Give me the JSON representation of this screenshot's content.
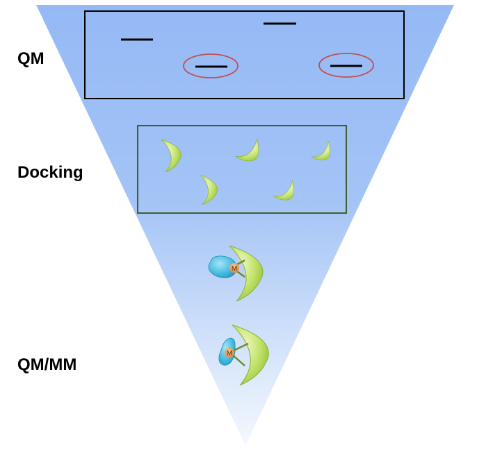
{
  "stages": {
    "qm": "QM",
    "docking": "Docking",
    "qmmm": "QM/MM"
  },
  "metal_label": "M",
  "colors": {
    "funnel_top": "#95b9f5",
    "funnel_bottom": "#f4f8fe",
    "qm_box_stroke": "#000000",
    "docking_box_stroke": "#3f5f2a",
    "highlight_ellipse": "#c0504d",
    "receptor_light": "#d8ee8c",
    "receptor_dark": "#93c13c",
    "ligand_blue": "#43b9df",
    "metal_orange": "#f39a4c",
    "bond_line": "#6d8a2d"
  },
  "icons": {
    "funnel": "inverted-triangle",
    "receptor": "crescent-shape",
    "ligand": "blob-shape",
    "metal": "orange-circle"
  }
}
